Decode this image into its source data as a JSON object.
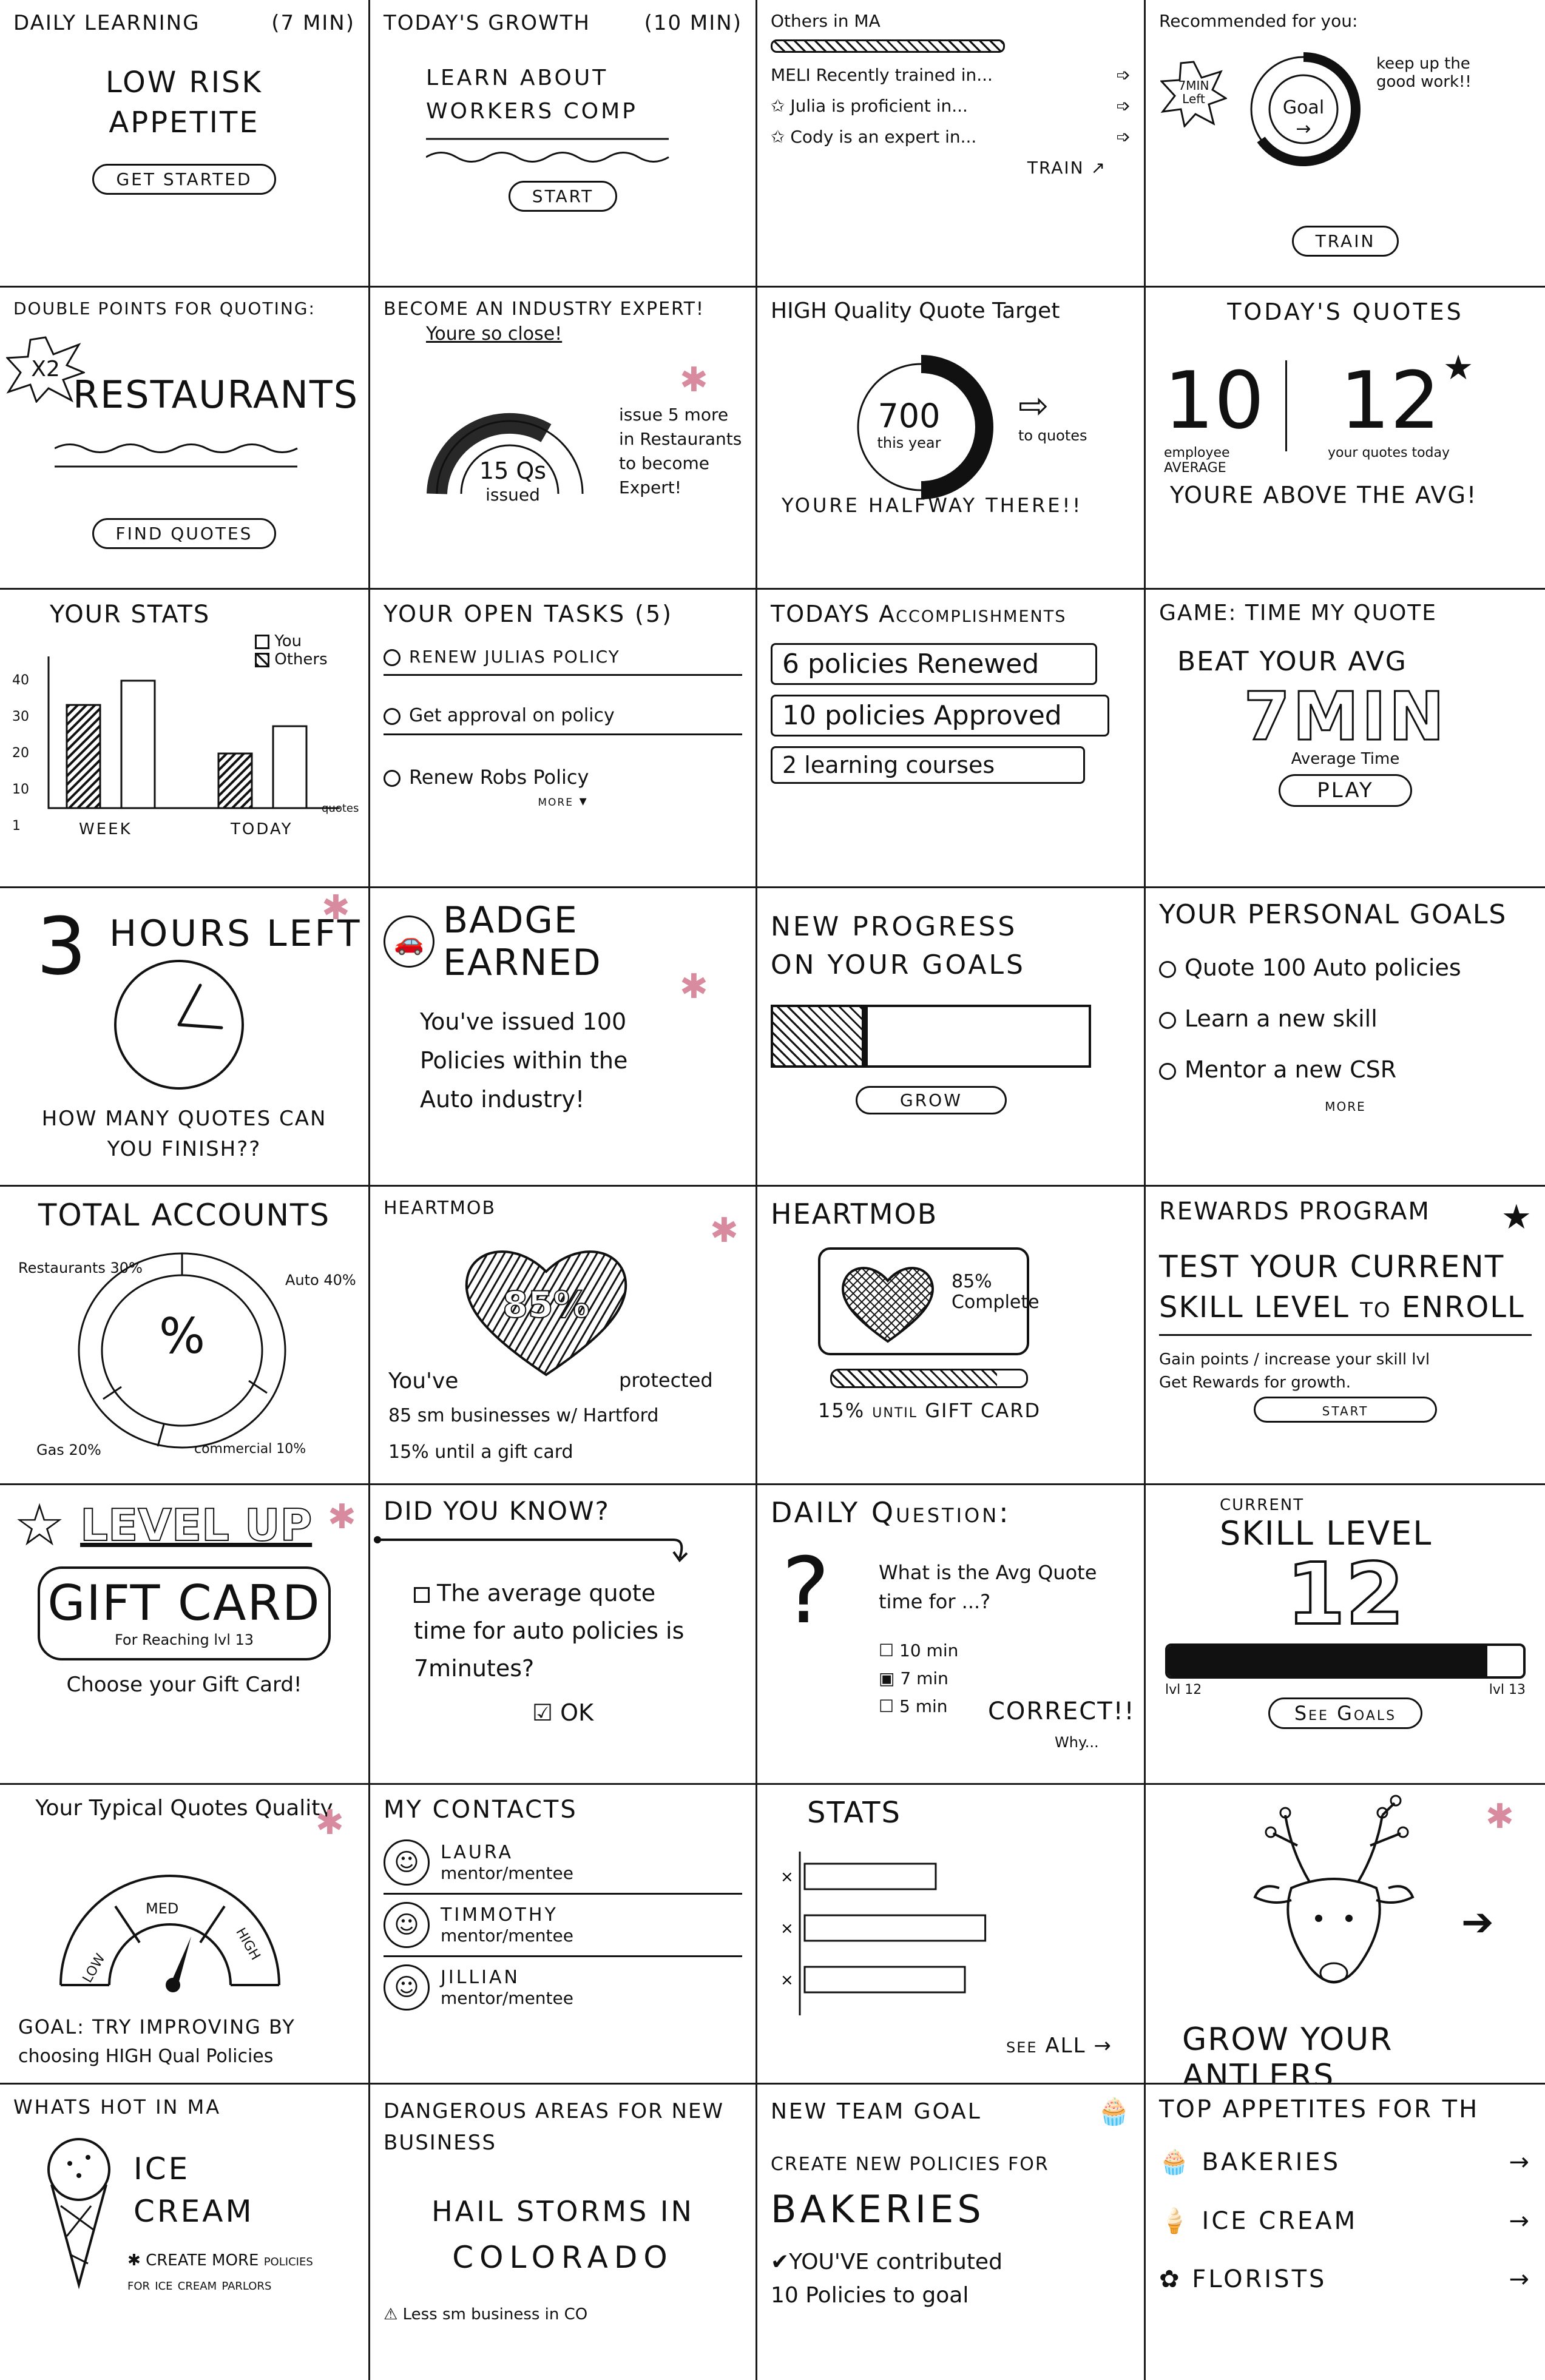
{
  "cards": {
    "c1": {
      "title": "DAILY LEARNING",
      "duration": "(7 MIN)",
      "heading1": "LOW RISK",
      "heading2": "APPETITE",
      "button": "GET STARTED"
    },
    "c2": {
      "title": "TODAY'S GROWTH",
      "duration": "(10 MIN)",
      "heading1": "LEARN ABOUT",
      "heading2": "WORKERS COMP",
      "button": "START"
    },
    "c3": {
      "title": "Others in MA",
      "items": [
        "MELI Recently trained in...",
        "Julia is proficient in...",
        "Cody is an expert in..."
      ],
      "link": "TRAIN"
    },
    "c4": {
      "title": "Recommended for you:",
      "badge": "7MIN Left",
      "goal": "Goal",
      "note": "keep up the good work!!",
      "button": "TRAIN"
    },
    "c5": {
      "title": "DOUBLE POINTS FOR QUOTING:",
      "multiplier": "X2",
      "heading": "RESTAURANTS",
      "button": "FIND QUOTES"
    },
    "c6": {
      "title": "BECOME AN INDUSTRY EXPERT!",
      "subtitle": "Youre so close!",
      "gauge_value": "15 Qs",
      "gauge_label": "issued",
      "note": "issue 5 more in Restaurants to become Expert!"
    },
    "c7": {
      "title": "HIGH Quality Quote Target",
      "value": "700",
      "value_label": "this year",
      "arrow_label": "to quotes",
      "footer": "YOURE HALFWAY THERE!!",
      "progress_fraction": 0.5
    },
    "c8": {
      "title": "TODAY'S QUOTES",
      "left_value": "10",
      "left_label": "employee AVERAGE",
      "right_value": "12",
      "right_label": "your quotes today",
      "footer": "YOURE ABOVE THE AVG!"
    },
    "c9": {
      "title": "YOUR STATS",
      "legend": [
        "You",
        "Others"
      ],
      "xlabels": [
        "WEEK",
        "TODAY"
      ],
      "yticks": [
        "40",
        "30",
        "20",
        "10",
        "1"
      ],
      "axis_label": "quotes"
    },
    "c10": {
      "title": "YOUR OPEN TASKS (5)",
      "tasks": [
        "RENEW JULIAS POLICY",
        "Get approval on policy",
        "Renew Robs Policy"
      ],
      "more": "more"
    },
    "c11": {
      "title": "TODAYS Accomplishments",
      "items": [
        "6 policies Renewed",
        "10 policies Approved",
        "2 learning courses"
      ]
    },
    "c12": {
      "title": "GAME: TIME MY QUOTE",
      "heading": "BEAT YOUR AVG",
      "big": "7MIN",
      "sub": "Average Time",
      "button": "PLAY"
    },
    "c13": {
      "big": "3",
      "heading": "HOURS LEFT",
      "footer1": "HOW MANY QUOTES CAN",
      "footer2": "YOU FINISH??"
    },
    "c14": {
      "title": "BADGE EARNED",
      "text1": "You've issued 100",
      "text2": "Policies within the",
      "text3": "Auto industry!"
    },
    "c15": {
      "title1": "NEW PROGRESS",
      "title2": "ON YOUR GOALS",
      "button": "GROW",
      "progress_fraction": 0.28
    },
    "c16": {
      "title": "YOUR PERSONAL GOALS",
      "items": [
        "Quote 100 Auto policies",
        "Learn a new skill",
        "Mentor a new CSR"
      ],
      "more": "more"
    },
    "c17": {
      "title": "TOTAL ACCOUNTS",
      "center": "%",
      "labels": [
        "Restaurants 30%",
        "Auto 40%",
        "Gas 20%",
        "commercial 10%"
      ]
    },
    "c18": {
      "title": "HEARTMOB",
      "value": "85%",
      "text1": "You've",
      "text1b": "protected",
      "text2": "85 sm businesses w/ Hartford",
      "text3": "15% until a gift card"
    },
    "c19": {
      "title": "HEARTMOB",
      "value": "85% Complete",
      "footer": "15% until GIFT CARD",
      "progress_fraction": 0.85
    },
    "c20": {
      "title": "REWARDS PROGRAM",
      "heading1": "TEST YOUR CURRENT",
      "heading2": "SKILL LEVEL to ENROLL",
      "text1": "Gain points / increase your skill lvl",
      "text2": "Get Rewards for growth.",
      "button": "start"
    },
    "c21": {
      "title": "LEVEL UP",
      "card_heading": "GIFT CARD",
      "card_sub": "For Reaching lvl 13",
      "footer": "Choose your Gift Card!"
    },
    "c22": {
      "title": "DID YOU KNOW?",
      "text": "The average quote time for auto policies is 7minutes?",
      "button": "OK"
    },
    "c23": {
      "title": "DAILY Question:",
      "question": "What is the Avg Quote time for ...?",
      "options": [
        "10 min",
        "7 min",
        "5 min"
      ],
      "selected": "7 min",
      "result": "CORRECT!!",
      "why": "Why..."
    },
    "c24": {
      "title_small": "CURRENT",
      "title": "SKILL LEVEL",
      "level": "12",
      "from": "lvl 12",
      "to": "lvl 13",
      "button": "See Goals",
      "progress_fraction": 0.9
    },
    "c25": {
      "title": "Your Typical Quotes Quality",
      "gauge": [
        "LOW",
        "MED",
        "HIGH"
      ],
      "footer1": "GOAL: TRY IMPROVING BY",
      "footer2": "choosing HIGH Qual Policies"
    },
    "c26": {
      "title": "MY CONTACTS",
      "contacts": [
        {
          "name": "LAURA",
          "role": "mentor/mentee"
        },
        {
          "name": "TIMMOTHY",
          "role": "mentor/mentee"
        },
        {
          "name": "JILLIAN",
          "role": "mentor/mentee"
        }
      ]
    },
    "c27": {
      "title": "STATS",
      "link": "see ALL",
      "bars": [
        0.45,
        0.62,
        0.55
      ]
    },
    "c28": {
      "footer": "GROW YOUR ANTLERS"
    },
    "c29": {
      "title": "WHATS HOT IN MA",
      "heading1": "ICE",
      "heading2": "CREAM",
      "note": "CREATE MORE policies for ice cream parlors"
    },
    "c30": {
      "title": "DANGEROUS AREAS FOR NEW BUSINESS",
      "heading1": "HAIL STORMS IN",
      "heading2": "COLORADO",
      "footer": "Less sm business in CO"
    },
    "c31": {
      "title": "NEW TEAM GOAL",
      "sub": "CREATE NEW POLICIES FOR",
      "heading": "BAKERIES",
      "footer1": "YOU'VE contributed",
      "footer2": "10 Policies to goal"
    },
    "c32": {
      "title": "TOP APPETITES FOR TH",
      "items": [
        "BAKERIES",
        "ICE CREAM",
        "FLORISTS"
      ]
    }
  }
}
